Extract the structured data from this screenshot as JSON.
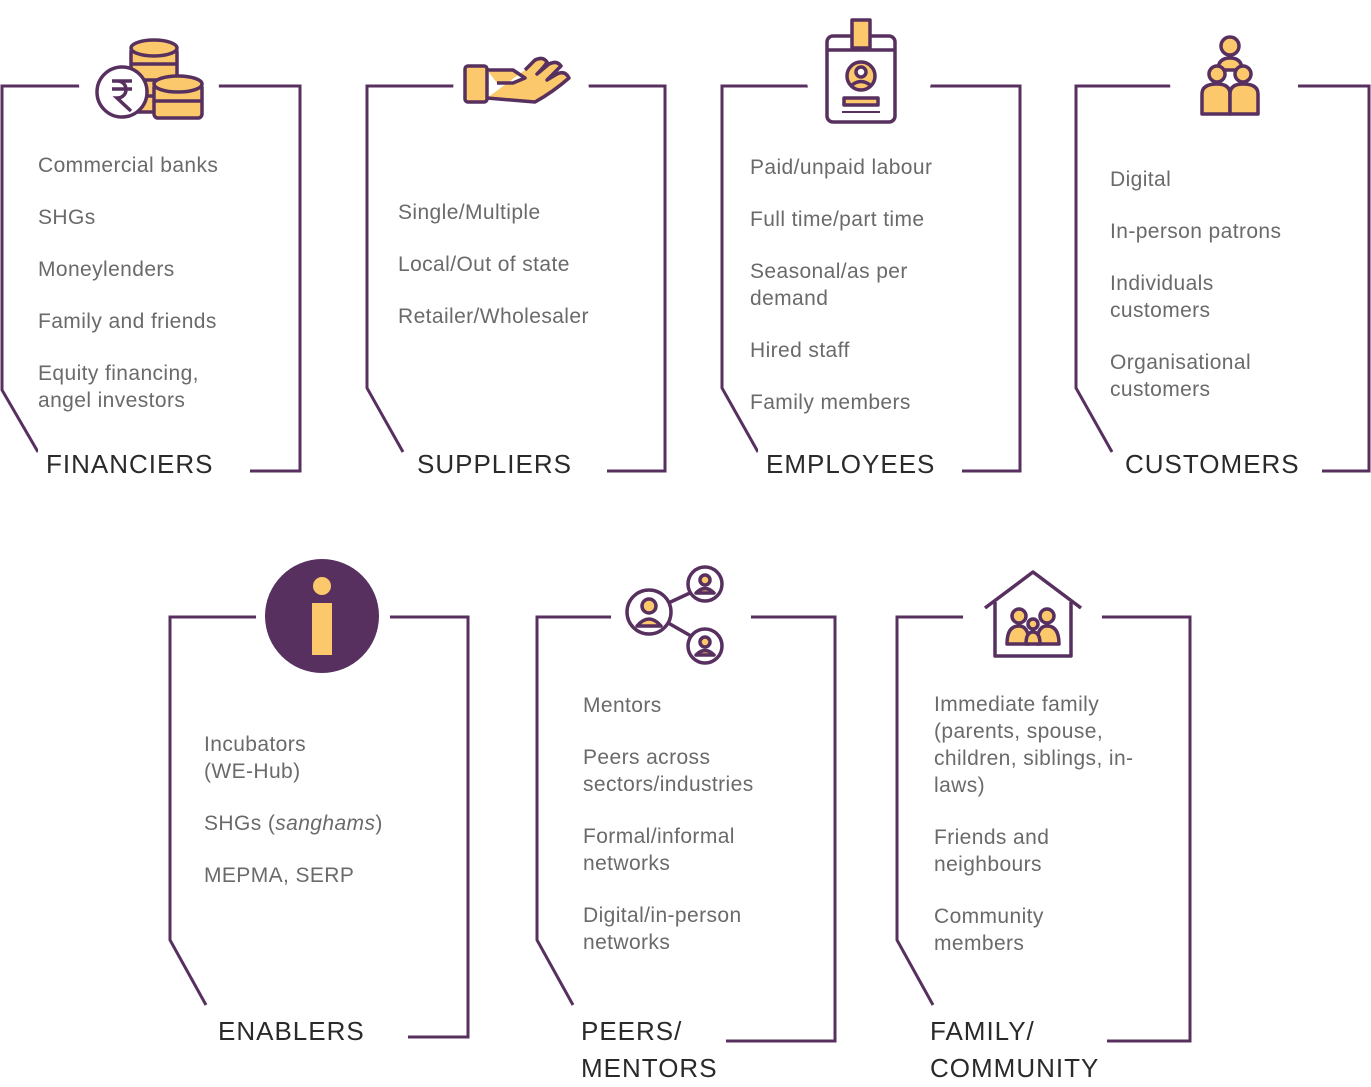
{
  "colors": {
    "frame": "#57305f",
    "icon_fill": "#fbc96b",
    "icon_stroke": "#57305f",
    "item_text": "#6a6a6a",
    "title_text": "#2a2a2a"
  },
  "stakeholders": [
    {
      "title": [
        "FINANCIERS"
      ],
      "icon": "rupee-coins-icon",
      "items": [
        "Commercial banks",
        "SHGs",
        "Moneylenders",
        "Family and friends",
        "Equity financing, angel investors"
      ]
    },
    {
      "title": [
        "SUPPLIERS"
      ],
      "icon": "open-hand-icon",
      "items": [
        "Single/Multiple",
        "Local/Out of state",
        "Retailer/Wholesaler"
      ]
    },
    {
      "title": [
        "EMPLOYEES"
      ],
      "icon": "id-badge-icon",
      "items": [
        "Paid/unpaid labour",
        "Full time/part time",
        "Seasonal/as per demand",
        "Hired staff",
        "Family members"
      ]
    },
    {
      "title": [
        "CUSTOMERS"
      ],
      "icon": "people-group-icon",
      "items": [
        "Digital",
        "In-person patrons",
        "Individuals customers",
        "Organisational customers"
      ]
    },
    {
      "title": [
        "ENABLERS"
      ],
      "icon": "info-icon",
      "items": [
        "Incubators (WE-Hub)",
        "SHGs (sanghams)",
        "MEPMA, SERP"
      ]
    },
    {
      "title": [
        "PEERS/",
        "MENTORS"
      ],
      "icon": "network-people-icon",
      "items": [
        "Mentors",
        "Peers across sectors/industries",
        "Formal/informal networks",
        "Digital/in-person networks"
      ]
    },
    {
      "title": [
        "FAMILY/",
        "COMMUNITY"
      ],
      "icon": "family-house-icon",
      "items": [
        "Immediate family (parents, spouse, children, siblings, in-laws)",
        "Friends and neighbours",
        "Community members"
      ]
    }
  ]
}
